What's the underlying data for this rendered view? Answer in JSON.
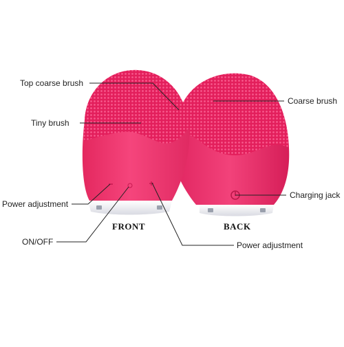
{
  "colors": {
    "body": "#f0346f",
    "body_dark": "#d81f5a",
    "brush": "#e8205f",
    "base_clear": "#e9e9ee",
    "line": "#222222"
  },
  "labels": {
    "top_coarse_brush": "Top coarse brush",
    "tiny_brush": "Tiny brush",
    "power_adjustment_left": "Power adjustment",
    "on_off": "ON/OFF",
    "coarse_brush": "Coarse brush",
    "charging_jack": "Charging jack",
    "power_adjustment_bottom": "Power adjustment"
  },
  "captions": {
    "front": "FRONT",
    "back": "BACK"
  },
  "icons": {
    "minus": "minus-icon",
    "plus": "plus-icon",
    "power": "power-icon",
    "charging": "charging-port-icon"
  }
}
